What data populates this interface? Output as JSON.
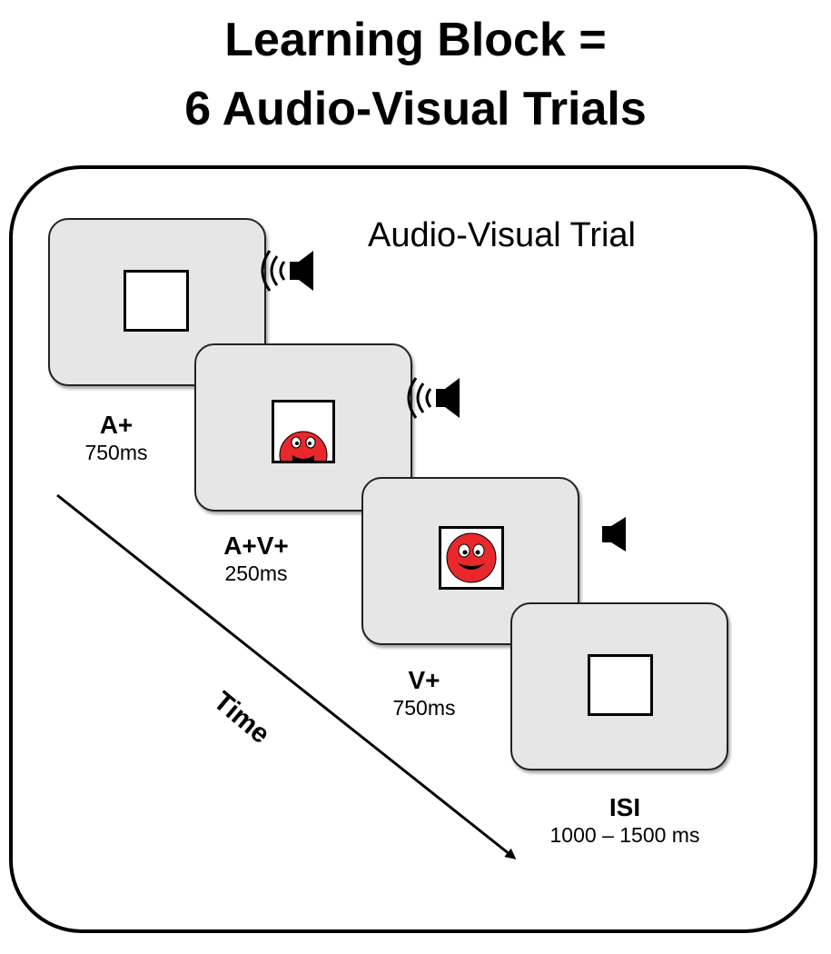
{
  "title": {
    "line1": "Learning Block =",
    "line2": "6 Audio-Visual Trials"
  },
  "trial": {
    "heading": "Audio-Visual Trial",
    "screens": [
      {
        "name": "A+",
        "duration": "750ms",
        "stimulus": "empty-square",
        "sound": "speaker-with-waves"
      },
      {
        "name": "A+V+",
        "duration": "250ms",
        "stimulus": "red-face-partially-visible",
        "sound": "speaker-with-waves"
      },
      {
        "name": "V+",
        "duration": "750ms",
        "stimulus": "red-face",
        "sound": "speaker-silent"
      },
      {
        "name": "ISI",
        "duration": "1000 – 1500 ms",
        "stimulus": "empty-square",
        "sound": "none"
      }
    ]
  },
  "time_axis": {
    "label": "Time"
  },
  "colors": {
    "screen_fill": "#e6e6e6",
    "face_red": "#e8282b"
  }
}
